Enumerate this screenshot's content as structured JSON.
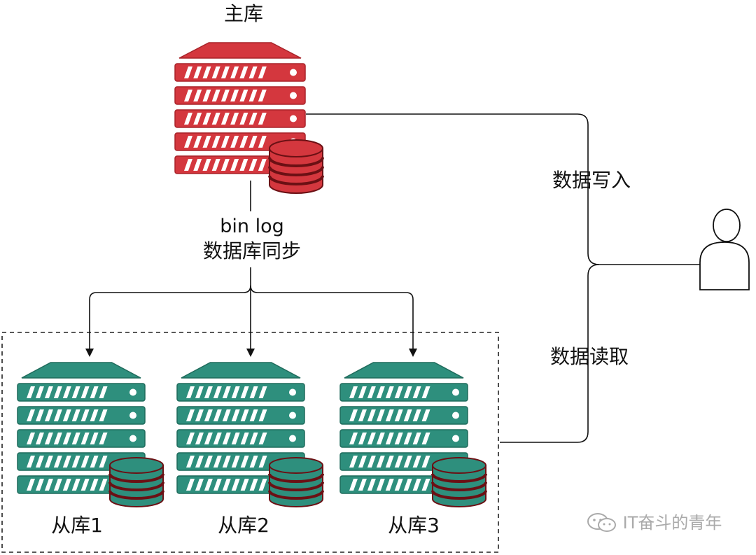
{
  "master": {
    "label": "主库"
  },
  "sync": {
    "line1": "bin log",
    "line2": "数据库同步"
  },
  "slaves": [
    {
      "label": "从库1"
    },
    {
      "label": "从库2"
    },
    {
      "label": "从库3"
    }
  ],
  "edges": {
    "write_label": "数据写入",
    "read_label": "数据读取"
  },
  "watermark": {
    "text": "IT奋斗的青年"
  },
  "colors": {
    "master_fill": "#d4373e",
    "master_dark": "#a8242a",
    "slave_fill": "#2e8f7d",
    "slave_dark": "#1f6b5c",
    "db_border": "#6b1014"
  }
}
